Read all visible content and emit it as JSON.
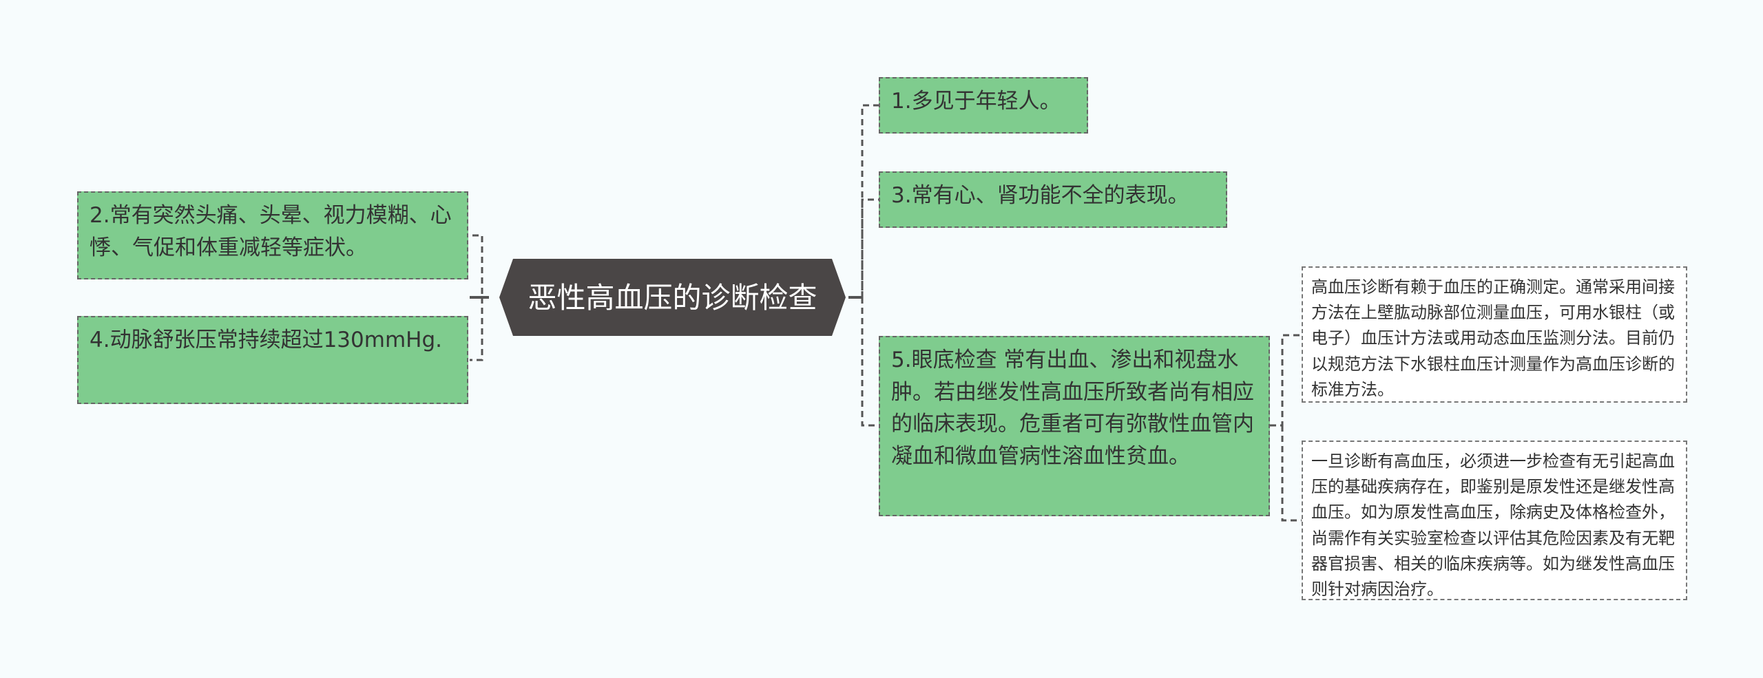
{
  "root": {
    "label": "恶性高血压的诊断检查"
  },
  "left_nodes": [
    {
      "id": "n2",
      "label": "2.常有突然头痛、头晕、视力模糊、心悸、气促和体重减轻等症状。"
    },
    {
      "id": "n4",
      "label": "4.动脉舒张压常持续超过130mmHg."
    }
  ],
  "right_nodes": [
    {
      "id": "n1",
      "label": "1.多见于年轻人。"
    },
    {
      "id": "n3",
      "label": "3.常有心、肾功能不全的表现。"
    },
    {
      "id": "n5",
      "label": "5.眼底检查 常有出血、渗出和视盘水肿。若由继发性高血压所致者尚有相应的临床表现。危重者可有弥散性血管内凝血和微血管病性溶血性贫血。"
    }
  ],
  "notes": [
    {
      "id": "c1",
      "label": "高血压诊断有赖于血压的正确测定。通常采用间接方法在上壁肱动脉部位测量血压，可用水银柱（或电子）血压计方法或用动态血压监测分法。目前仍以规范方法下水银柱血压计测量作为高血压诊断的标准方法。"
    },
    {
      "id": "c2",
      "label": "一旦诊断有高血压，必须进一步检查有无引起高血压的基础疾病存在，即鉴别是原发性还是继发性高血压。如为原发性高血压，除病史及体格检查外，尚需作有关实验室检查以评估其危险因素及有无靶器官损害、相关的临床疾病等。如为继发性高血压则针对病因治疗。"
    }
  ],
  "colors": {
    "root_fill": "#4a4646",
    "node_fill": "#7fcc8e",
    "note_fill": "#ffffff",
    "line": "#555555",
    "background": "#f7fcfd"
  }
}
